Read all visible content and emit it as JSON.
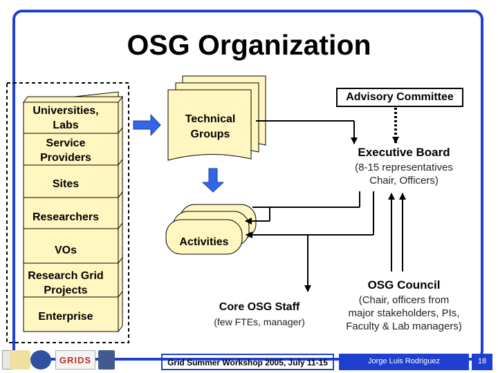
{
  "title": "OSG Organization",
  "stakeholders": [
    "Universities, Labs",
    "Service Providers",
    "Sites",
    "Researchers",
    "VOs",
    "Research Grid Projects",
    "Enterprise"
  ],
  "technical_groups": "Technical Groups",
  "activities": "Activities",
  "advisory_committee": "Advisory Committee",
  "executive_board": {
    "title": "Executive Board",
    "line1": "(8-15 representatives",
    "line2": "Chair, Officers)"
  },
  "osg_council": {
    "title": "OSG Council",
    "line1": "(Chair, officers from",
    "line2": "major stakeholders, PIs,",
    "line3": "Faculty & Lab managers)"
  },
  "core_staff": {
    "title": "Core OSG Staff",
    "subtitle": "(few FTEs, manager)"
  },
  "footer": {
    "workshop": "Grid Summer Workshop 2005, July 11-15",
    "presenter": "Jorge Luis Rodriguez",
    "page": "18"
  },
  "logos": {
    "grids": "GRIDS"
  }
}
